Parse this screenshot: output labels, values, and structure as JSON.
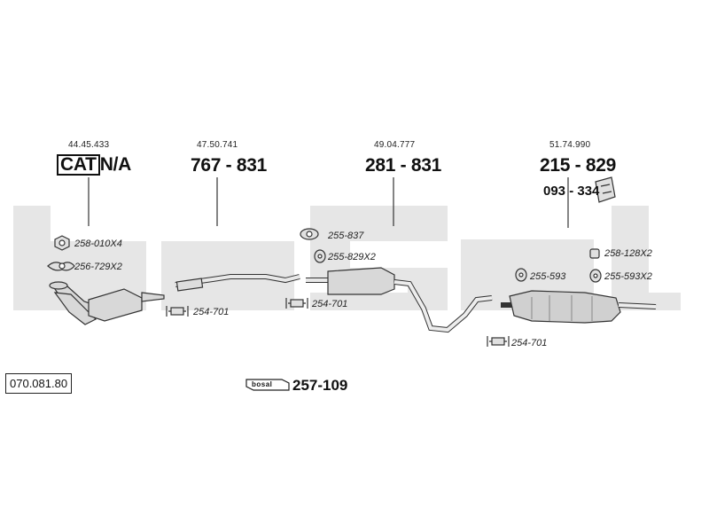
{
  "watermark": {
    "text": "bosal",
    "color": "#e4e4e4"
  },
  "diagram_id": "070.081.80",
  "groups": [
    {
      "oem": "44.45.433",
      "cat_label": "CAT",
      "na_label": "N/A"
    },
    {
      "oem": "47.50.741",
      "part": "767 - 831"
    },
    {
      "oem": "49.04.777",
      "part": "281 - 831"
    },
    {
      "oem": "51.74.990",
      "part": "215 - 829",
      "extra_part": "093 - 334"
    }
  ],
  "fittings": {
    "f1": "258-010X4",
    "f2": "256-729X2",
    "f3": "254-701",
    "f4": "255-837",
    "f5": "255-829X2",
    "f6": "254-701",
    "f7": "258-128X2",
    "f8": "255-593",
    "f9": "255-593X2",
    "f10": "254-701"
  },
  "kit": {
    "brand": "bosal",
    "part": "257-109"
  }
}
